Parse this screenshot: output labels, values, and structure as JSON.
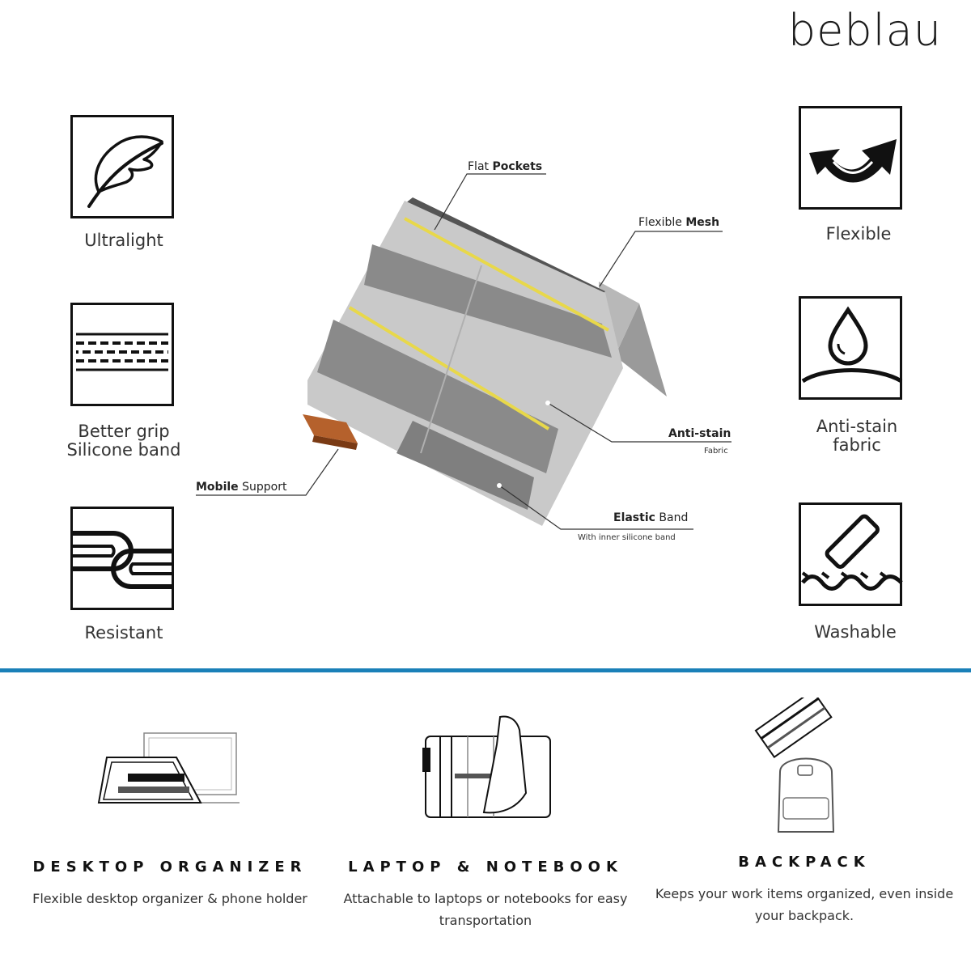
{
  "brand": {
    "logo_text": "beblau"
  },
  "features": {
    "ultralight": "Ultralight",
    "better_grip_line1": "Better grip",
    "better_grip_line2": "Silicone band",
    "resistant": "Resistant",
    "flexible": "Flexible",
    "anti_stain_line1": "Anti-stain",
    "anti_stain_line2": "fabric",
    "washable": "Washable"
  },
  "callouts": {
    "flat_pockets": {
      "normal": "Flat ",
      "bold": "Pockets"
    },
    "flexible_mesh": {
      "normal": "Flexible ",
      "bold": "Mesh"
    },
    "anti_stain": {
      "bold": "Anti-stain",
      "sub": "Fabric"
    },
    "mobile_support": {
      "bold": "Mobile",
      "normal": " Support"
    },
    "elastic_band": {
      "bold": "Elastic",
      "normal": " Band",
      "sub": "With inner silicone band"
    }
  },
  "uses": [
    {
      "title": "DESKTOP ORGANIZER",
      "desc": "Flexible desktop organizer & phone holder"
    },
    {
      "title": "LAPTOP & NOTEBOOK",
      "desc": "Attachable to laptops or notebooks for easy transportation"
    },
    {
      "title": "BACKPACK",
      "desc": "Keeps your work items organized, even inside your backpack."
    }
  ],
  "colors": {
    "accent_divider": "#1a80b8",
    "fabric_light": "#c9c9c9",
    "fabric_dark": "#8a8a8a",
    "stripe_yellow": "#e8d84a",
    "leather_tab": "#b5612c"
  }
}
